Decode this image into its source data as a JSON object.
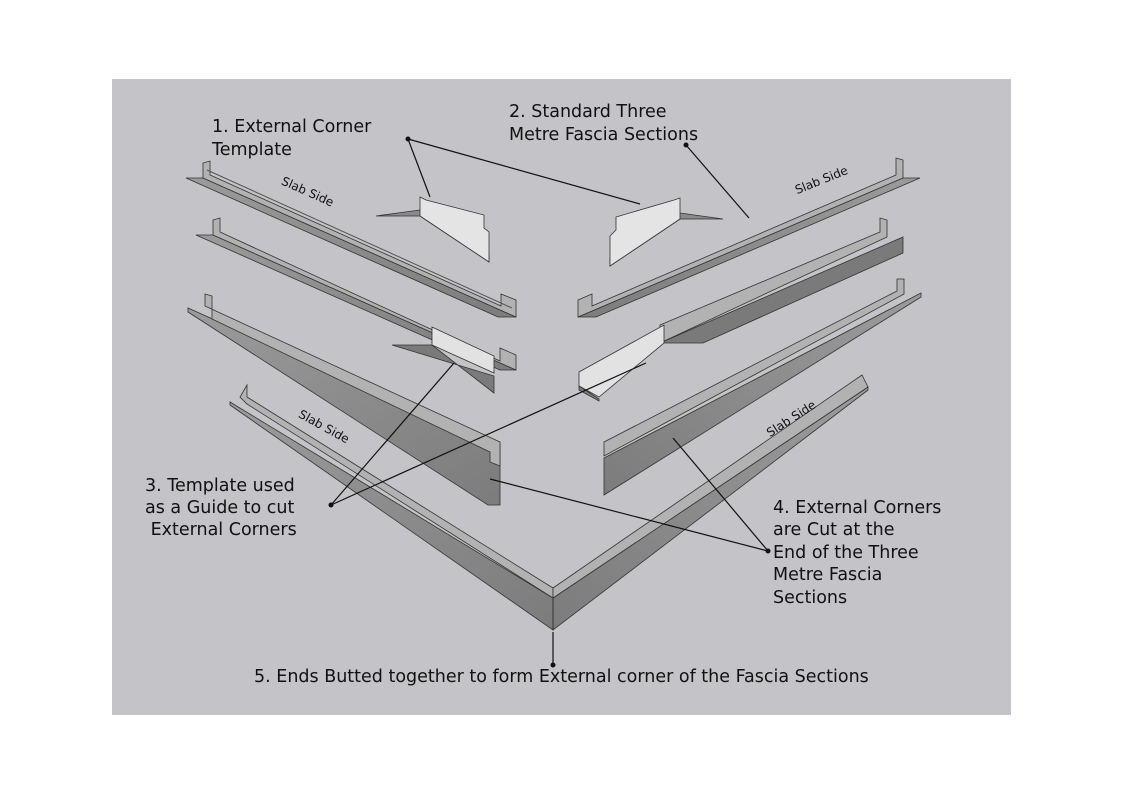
{
  "labels": {
    "template": [
      "1. External Corner",
      "Template"
    ],
    "standard": [
      "2. Standard Three",
      "Metre Fascia Sections"
    ],
    "guide": [
      "3. Template used",
      "as a Guide to cut",
      " External Corners"
    ],
    "cut": [
      "4. External Corners",
      "are Cut at the",
      "End of the Three",
      "Metre Fascia",
      "Sections"
    ],
    "butted": "5. Ends Butted together to form External corner of the Fascia Sections",
    "slab_side": [
      "Slab Side",
      "Slab Side",
      "Slab Side",
      "Slab Side"
    ]
  },
  "colors": {
    "background": "#c3c3c8",
    "page": "#ffffff",
    "fascia_face": "#8a8a8a",
    "fascia_top": "#b3b3b3",
    "template_light": "#e0e0e0",
    "line": "#111111"
  }
}
